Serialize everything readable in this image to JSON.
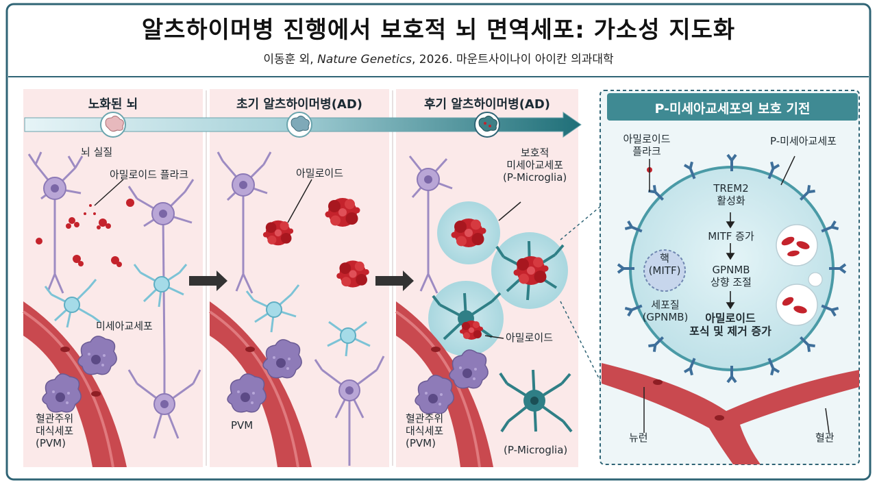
{
  "header": {
    "title": "알츠하이머병 진행에서 보호적 뇌 면역세포: 가소성 지도화",
    "citation_authors": "이동훈 외, ",
    "citation_journal": "Nature Genetics",
    "citation_rest": ", 2026.  마운트사이나이 아이칸 의과대학"
  },
  "phases": [
    "노화된 뇌",
    "초기 알츠하이머병(AD)",
    "후기 알츠하이머병(AD)"
  ],
  "panel1": {
    "parenchyma": "뇌 실질",
    "plaque": "아밀로이드 플라크",
    "microglia": "미세아교세포",
    "pvm": [
      "혈관주위",
      "대식세포",
      "(PVM)"
    ]
  },
  "panel2": {
    "amyloid": "아밀로이드",
    "pvm": "PVM"
  },
  "panel3": {
    "protective": [
      "보호적",
      "미세아교세포",
      "(P-Microglia)"
    ],
    "amyloid": "아밀로이드",
    "pvm": [
      "혈관주위",
      "대식세포",
      "(PVM)"
    ],
    "pmicroglia": "(P-Microglia)"
  },
  "mechanism": {
    "title": "P-미세아교세포의 보호 기전",
    "plaque": [
      "아밀로이드",
      "플라크"
    ],
    "cell": "P-미세아교세포",
    "nucleus": [
      "핵",
      "(MITF)"
    ],
    "cytoplasm": [
      "세포질",
      "(GPNMB)"
    ],
    "steps": [
      "TREM2",
      "활성화",
      "MITF 증가",
      "GPNMB",
      "상향 조절"
    ],
    "result": [
      "아밀로이드",
      "포식 및 제거 증가"
    ],
    "neuron": "뉴런",
    "vessel": "혈관"
  },
  "colors": {
    "frame": "#2f6475",
    "panel_bg": "#fbe9e9",
    "neuron": "#b9a6d6",
    "microglia": "#8fd0e0",
    "pmicroglia": "#2f7f86",
    "plaque": "#c4232c",
    "vessel": "#c9494f",
    "pvm": "#8e7bb8",
    "mech_header": "#3f8a93"
  }
}
